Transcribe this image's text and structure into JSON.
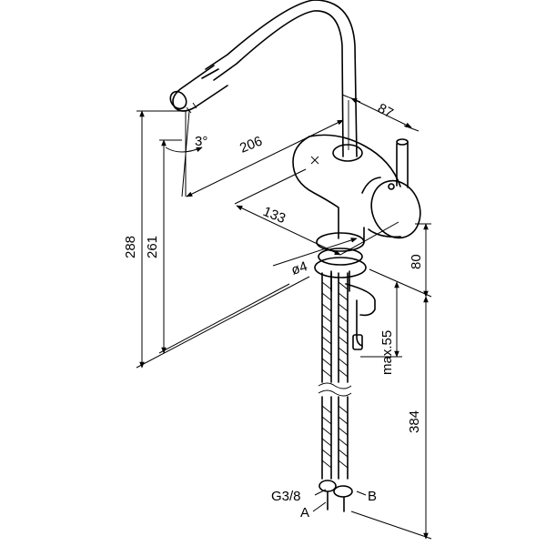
{
  "dimensions": {
    "spout_reach": "206",
    "body_offset": "87",
    "base_depth": "133",
    "height_total": "288",
    "height_spout": "261",
    "body_height": "80",
    "max_thickness": "max.55",
    "hose_length": "384",
    "hole_diameter": "ø4",
    "tilt_angle": "3°"
  },
  "connections": {
    "thread": "G3/8",
    "hose_a": "A",
    "hose_b": "B"
  }
}
